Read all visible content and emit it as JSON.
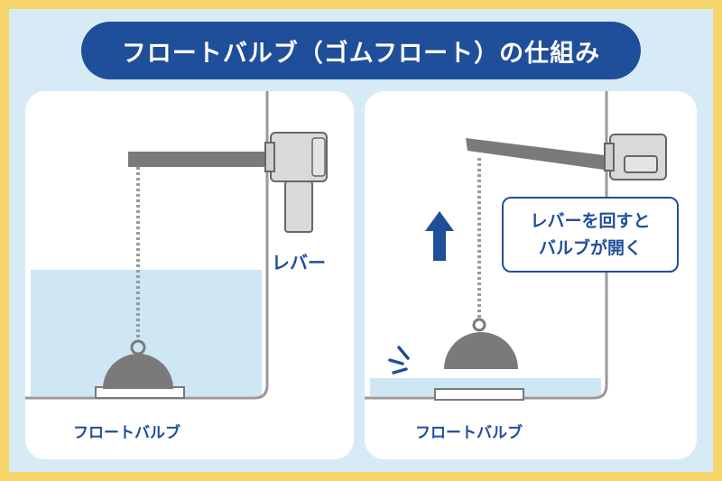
{
  "title": "フロートバルブ（ゴムフロート）の仕組み",
  "left_panel": {
    "lever_label": "レバー",
    "valve_label": "フロートバルブ"
  },
  "right_panel": {
    "callout_line1": "レバーを回すと",
    "callout_line2": "バルブが開く",
    "valve_label": "フロートバルブ"
  },
  "colors": {
    "frame": "#f5d46a",
    "background": "#d7ebf7",
    "accent": "#1f4e9a",
    "water": "#cfe6f5",
    "metal": "#7a7a7a"
  },
  "icons": [
    "up-arrow-icon",
    "motion-lines-icon"
  ]
}
